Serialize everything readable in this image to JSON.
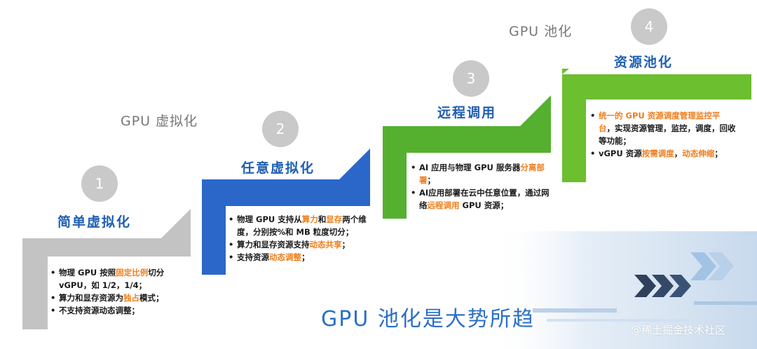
{
  "groups": {
    "gpu_virtualization": "GPU 虚拟化",
    "gpu_pooling": "GPU 池化"
  },
  "stages": [
    {
      "number": "1",
      "title": "简单虚拟化",
      "bullets": [
        [
          {
            "t": "物理 GPU 按照"
          },
          {
            "t": "固定比例",
            "hl": true
          },
          {
            "t": "切分 vGPU，如 1/2，1/4；"
          }
        ],
        [
          {
            "t": "算力和显存资源为"
          },
          {
            "t": "独占",
            "hl": true
          },
          {
            "t": "模式；"
          }
        ],
        [
          {
            "t": "不支持资源动态调整；"
          }
        ]
      ]
    },
    {
      "number": "2",
      "title": "任意虚拟化",
      "bullets": [
        [
          {
            "t": "物理 GPU 支持从"
          },
          {
            "t": "算力",
            "hl": true
          },
          {
            "t": "和"
          },
          {
            "t": "显存",
            "hl": true
          },
          {
            "t": "两个维度，分别按%和 MB 粒度切分；"
          }
        ],
        [
          {
            "t": "算力和显存资源支持"
          },
          {
            "t": "动态共享",
            "hl": true
          },
          {
            "t": "；"
          }
        ],
        [
          {
            "t": "支持资源"
          },
          {
            "t": "动态调整",
            "hl": true
          },
          {
            "t": "；"
          }
        ]
      ]
    },
    {
      "number": "3",
      "title": "远程调用",
      "bullets": [
        [
          {
            "t": "AI 应用与物理 GPU 服务器"
          },
          {
            "t": "分离部署",
            "hl": true
          },
          {
            "t": "；"
          }
        ],
        [
          {
            "t": "AI应用部署在云中任意位置，通过网络"
          },
          {
            "t": "远程调用",
            "hl": true
          },
          {
            "t": " GPU 资源；"
          }
        ]
      ]
    },
    {
      "number": "4",
      "title": "资源池化",
      "bullets": [
        [
          {
            "t": "统一的 GPU 资源调度管理监控平台",
            "hl": true
          },
          {
            "t": "，实现资源管理，监控，调度，回收等功能；"
          }
        ],
        [
          {
            "t": "vGPU 资源"
          },
          {
            "t": "按需调度",
            "hl": true
          },
          {
            "t": "，"
          },
          {
            "t": "动态伸缩",
            "hl": true
          },
          {
            "t": "；"
          }
        ]
      ]
    }
  ],
  "bottom_title": "GPU 池化是大势所趋",
  "watermark": "@稀土掘金技术社区",
  "colors": {
    "step1": "#c3c3c3",
    "step2": "#2b67c9",
    "step3": "#55b02f",
    "step4": "#6cbf2e",
    "highlight": "#f07d1a",
    "circle": "#c9c9c9"
  }
}
